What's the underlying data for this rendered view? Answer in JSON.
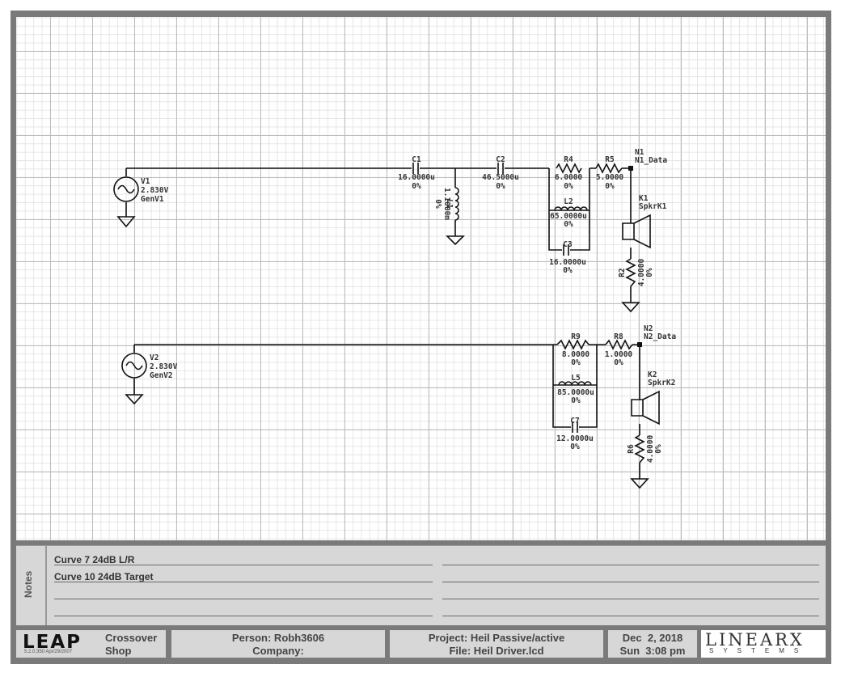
{
  "schematic": {
    "sources": [
      {
        "name": "V1",
        "value": "2.830V",
        "type": "GenV1"
      },
      {
        "name": "V2",
        "value": "2.830V",
        "type": "GenV2"
      }
    ],
    "components": {
      "C1": {
        "name": "C1",
        "value": "16.0000u",
        "tol": "0%"
      },
      "C2": {
        "name": "C2",
        "value": "46.5000u",
        "tol": "0%"
      },
      "L1": {
        "name": "L1",
        "value": "1.1000m",
        "tol": "0%"
      },
      "R4": {
        "name": "R4",
        "value": "6.0000",
        "tol": "0%"
      },
      "R5": {
        "name": "R5",
        "value": "5.0000",
        "tol": "0%"
      },
      "L2": {
        "name": "L2",
        "value": "65.0000u",
        "tol": "0%"
      },
      "C3": {
        "name": "C3",
        "value": "16.0000u",
        "tol": "0%"
      },
      "R2": {
        "name": "R2",
        "value": "4.0000",
        "tol": "0%"
      },
      "R9": {
        "name": "R9",
        "value": "8.0000",
        "tol": "0%"
      },
      "R8": {
        "name": "R8",
        "value": "1.0000",
        "tol": "0%"
      },
      "L5": {
        "name": "L5",
        "value": "85.0000u",
        "tol": "0%"
      },
      "C7": {
        "name": "C7",
        "value": "12.0000u",
        "tol": "0%"
      },
      "R6": {
        "name": "R6",
        "value": "4.0000",
        "tol": "0%"
      }
    },
    "nodes": [
      {
        "name": "N1",
        "data": "N1_Data"
      },
      {
        "name": "N2",
        "data": "N2_Data"
      }
    ],
    "speakers": [
      {
        "name": "K1",
        "type": "SpkrK1"
      },
      {
        "name": "K2",
        "type": "SpkrK2"
      }
    ]
  },
  "notes": {
    "title": "Notes",
    "lines": [
      "Curve 7 24dB L/R",
      "Curve 10 24dB Target"
    ]
  },
  "footer": {
    "logo": "LEAP",
    "version": "5.2.0.350   Apr/29/2007",
    "product_line1": "Crossover",
    "product_line2": "Shop",
    "person": "Person: Robh3606",
    "company": "Company:",
    "project": "Project: Heil Passive/active",
    "file": "File: Heil Driver.lcd",
    "date": "Dec  2, 2018",
    "time": "Sun  3:08 pm",
    "brand_line1": "LINEARX",
    "brand_line2": "SYSTEMS"
  }
}
